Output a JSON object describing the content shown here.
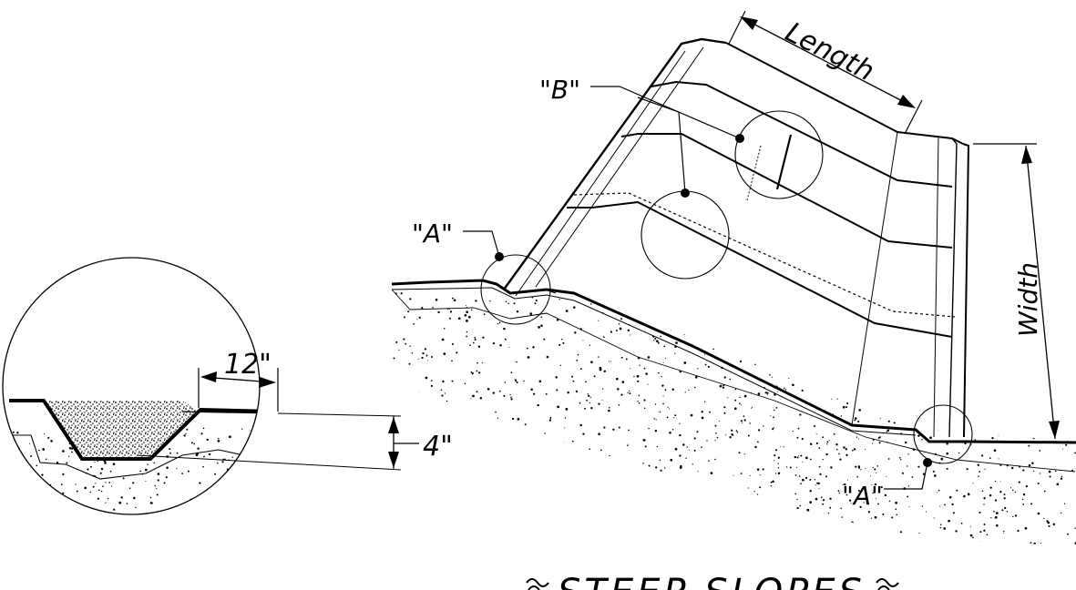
{
  "labels": {
    "length": "Length",
    "width": "Width",
    "callout_a": "\"A\"",
    "callout_b": "\"B\"",
    "dim_12": "12\"",
    "dim_4": "4\"",
    "title": "STEEP SLOPES"
  },
  "colors": {
    "ink": "#000000",
    "paper": "#ffffff"
  }
}
